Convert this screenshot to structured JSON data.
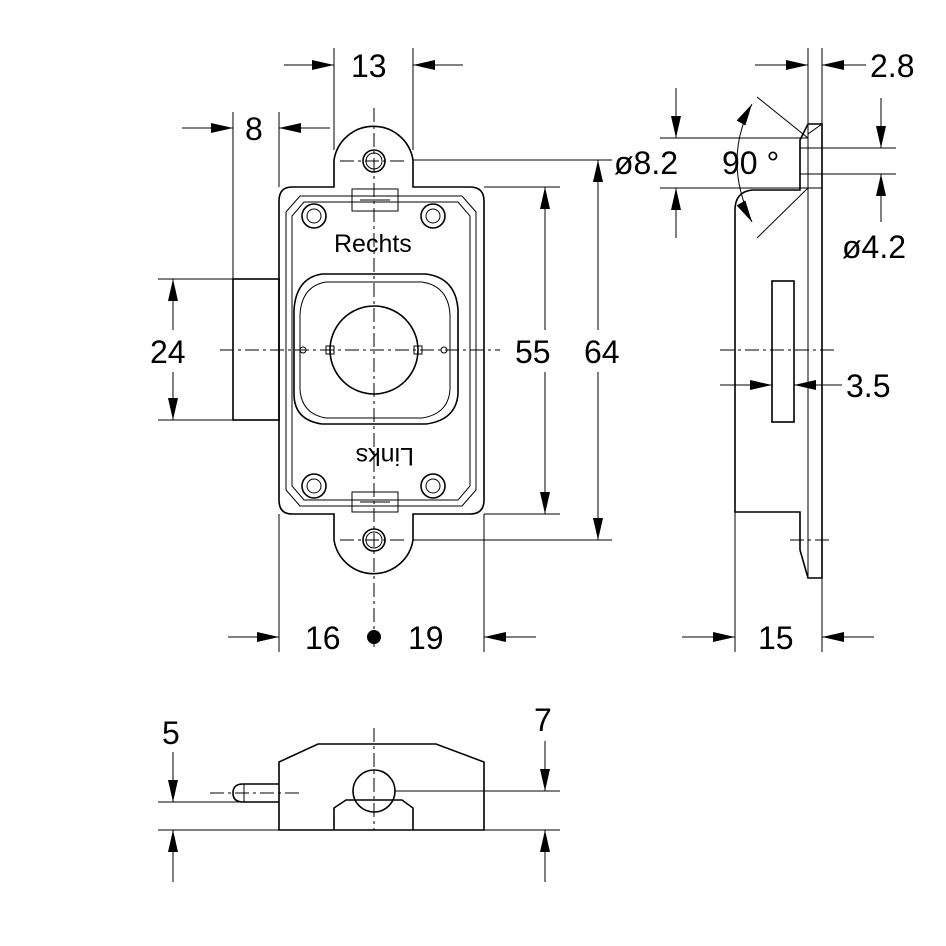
{
  "labels": {
    "top_right": "Rechts",
    "bottom_left": "Links"
  },
  "dimensions": {
    "width_tab": "13",
    "offset_left": "8",
    "height_bolt": "24",
    "height_body": "55",
    "height_total": "64",
    "left_to_center": "16",
    "center_to_right": "19",
    "dia_countersink": "ø8.2",
    "angle_countersink": "90 °",
    "thickness_flange": "2.8",
    "dia_hole": "ø4.2",
    "slot_width": "3.5",
    "depth_side": "15",
    "bolt_height_bottom": "5",
    "body_height_bottom": "7"
  },
  "colors": {
    "line": "#000000",
    "background": "#ffffff"
  }
}
